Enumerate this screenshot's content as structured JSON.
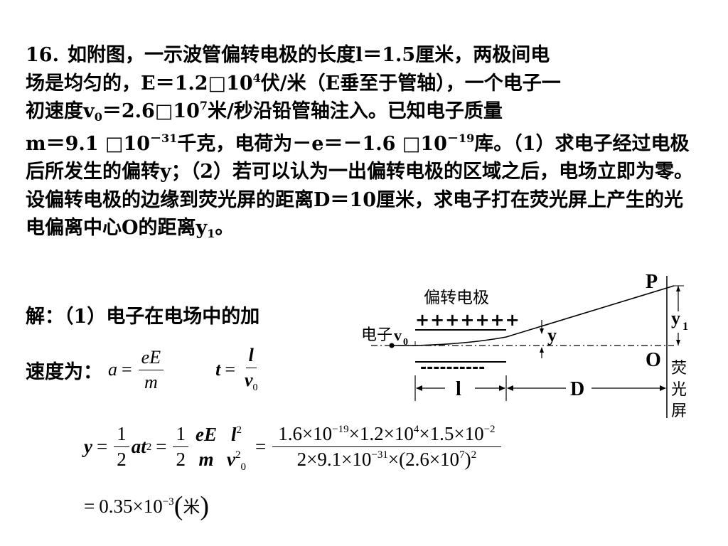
{
  "problem": {
    "number": "16.",
    "line1": "如附图，一示波管偏转电极的长度l＝1.5厘米，两极间电",
    "line2_a": "场是均匀的，E＝1.2□10",
    "line2_sup": "4",
    "line2_b": "伏/米（E垂至于管轴），一个电子一",
    "line3_a": "初速度v",
    "line3_sub": "0",
    "line3_b": "＝2.6□10",
    "line3_sup": "7",
    "line3_c": "米/秒沿铅管轴注入。已知电子质量",
    "p2_a": "m＝9.1 □10",
    "p2_sup1": "－31",
    "p2_b": "千克，电荷为－e＝－1.6 □10",
    "p2_sup2": "－19",
    "p2_c": "库。（1）求电子经过电极后所发生的偏转y；（2）若可以认为一出偏转电极的区域之后，电场立即为零。设偏转电极的边缘到荧光屏的距离D＝10厘米，求电子打在荧光屏上产生的光电偏离中心O的距离y",
    "p2_sub": "1",
    "p2_end": "。"
  },
  "solution": {
    "intro": "解：（1）电子在电场中的加",
    "speed_label": "速度为：",
    "accel": {
      "lhs": "a",
      "eq": "=",
      "num": "eE",
      "den": "m"
    },
    "time": {
      "lhs": "t",
      "eq": "=",
      "num": "l",
      "den_base": "v",
      "den_sub": "0"
    },
    "deflection": {
      "lhs": "y",
      "eq": "=",
      "half_num": "1",
      "half_den": "2",
      "a": "a",
      "t": "t",
      "sq": "2",
      "eE": "eE",
      "m": "m",
      "l": "l",
      "v": "v",
      "v_sub": "0",
      "big_num_1": "1.6×10",
      "big_num_1_exp": "−19",
      "big_num_2": "×1.2×10",
      "big_num_2_exp": "4",
      "big_num_3": "×1.5×10",
      "big_num_3_exp": "−2",
      "big_den_1": "2×9.1×10",
      "big_den_1_exp": "−31",
      "big_den_2": "×(2.6×10",
      "big_den_2_exp": "7",
      "big_den_3": ")",
      "big_den_3_exp": "2"
    },
    "result": {
      "eq": "=",
      "value": "0.35×10",
      "exp": "−3",
      "paren_open": "(",
      "unit": "米",
      "paren_close": ")"
    }
  },
  "diagram": {
    "electrode_title": "偏转电极",
    "plus_plate": "+++++++",
    "minus_plate": "----------",
    "electron_label": "电子",
    "v_label": "v",
    "v_sub": "0",
    "y_label": "y",
    "y1_label": "y",
    "y1_sub": "1",
    "P_label": "P",
    "O_label": "O",
    "l_label": "l",
    "D_label": "D",
    "screen_chars": [
      "荧",
      "光",
      "屏"
    ]
  }
}
